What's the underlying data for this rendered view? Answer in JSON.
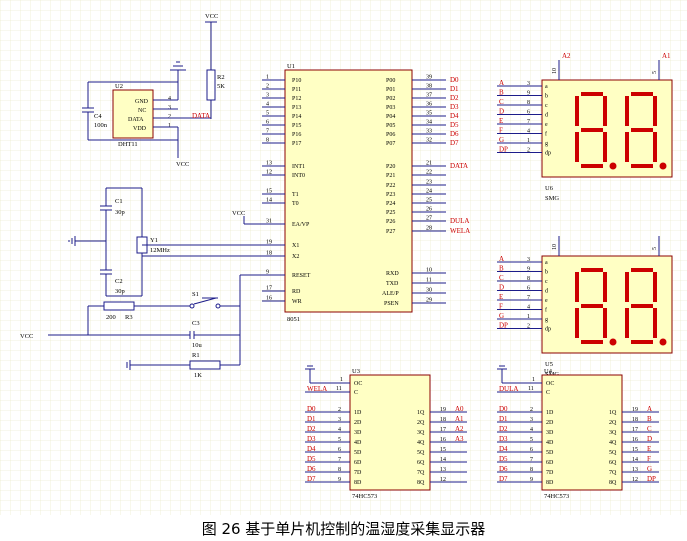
{
  "caption": "图 26  基于单片机控制的温湿度采集显示器",
  "power": {
    "vcc": "VCC"
  },
  "dht11": {
    "ref": "U2",
    "name": "DHT11",
    "pins": [
      {
        "num": "4",
        "name": "GND"
      },
      {
        "num": "3",
        "name": "NC"
      },
      {
        "num": "2",
        "name": "DATA"
      },
      {
        "num": "1",
        "name": "VDD"
      }
    ],
    "net": "DATA"
  },
  "r2": {
    "ref": "R2",
    "value": "5K"
  },
  "c4": {
    "ref": "C4",
    "value": "100n"
  },
  "mcu": {
    "ref": "U1",
    "name": "8051",
    "left_pins": [
      {
        "num": "1",
        "name": "P10"
      },
      {
        "num": "2",
        "name": "P11"
      },
      {
        "num": "3",
        "name": "P12"
      },
      {
        "num": "4",
        "name": "P13"
      },
      {
        "num": "5",
        "name": "P14"
      },
      {
        "num": "6",
        "name": "P15"
      },
      {
        "num": "7",
        "name": "P16"
      },
      {
        "num": "8",
        "name": "P17"
      },
      {
        "num": "13",
        "name": "INT1"
      },
      {
        "num": "12",
        "name": "INT0"
      },
      {
        "num": "15",
        "name": "T1"
      },
      {
        "num": "14",
        "name": "T0"
      },
      {
        "num": "31",
        "name": "EA/VP"
      },
      {
        "num": "19",
        "name": "X1"
      },
      {
        "num": "18",
        "name": "X2"
      },
      {
        "num": "9",
        "name": "RESET"
      },
      {
        "num": "17",
        "name": "RD"
      },
      {
        "num": "16",
        "name": "WR"
      }
    ],
    "right_pins": [
      {
        "num": "39",
        "name": "P00",
        "net": "D0"
      },
      {
        "num": "38",
        "name": "P01",
        "net": "D1"
      },
      {
        "num": "37",
        "name": "P02",
        "net": "D2"
      },
      {
        "num": "36",
        "name": "P03",
        "net": "D3"
      },
      {
        "num": "35",
        "name": "P04",
        "net": "D4"
      },
      {
        "num": "34",
        "name": "P05",
        "net": "D5"
      },
      {
        "num": "33",
        "name": "P06",
        "net": "D6"
      },
      {
        "num": "32",
        "name": "P07",
        "net": "D7"
      },
      {
        "num": "21",
        "name": "P20",
        "net": "DATA"
      },
      {
        "num": "22",
        "name": "P21",
        "net": ""
      },
      {
        "num": "23",
        "name": "P22",
        "net": ""
      },
      {
        "num": "24",
        "name": "P23",
        "net": ""
      },
      {
        "num": "25",
        "name": "P24",
        "net": ""
      },
      {
        "num": "26",
        "name": "P25",
        "net": ""
      },
      {
        "num": "27",
        "name": "P26",
        "net": "DULA"
      },
      {
        "num": "28",
        "name": "P27",
        "net": "WELA"
      },
      {
        "num": "10",
        "name": "RXD",
        "net": ""
      },
      {
        "num": "11",
        "name": "TXD",
        "net": ""
      },
      {
        "num": "30",
        "name": "ALE/P",
        "net": ""
      },
      {
        "num": "29",
        "name": "PSEN",
        "net": ""
      }
    ]
  },
  "crystal": {
    "c1": "C1",
    "c1v": "30p",
    "c2": "C2",
    "c2v": "30p",
    "y1": "Y1",
    "y1v": "12MHz"
  },
  "reset": {
    "r3": "R3",
    "r3v": "200",
    "s1": "S1",
    "c3": "C3",
    "c3v": "10u",
    "r1": "R1",
    "r1v": "1K"
  },
  "displays": [
    {
      "ref": "U6",
      "type": "SMG",
      "pins": [
        {
          "num": "3",
          "net": "A",
          "seg": "a"
        },
        {
          "num": "9",
          "net": "B",
          "seg": "b"
        },
        {
          "num": "8",
          "net": "C",
          "seg": "c"
        },
        {
          "num": "6",
          "net": "D",
          "seg": "d"
        },
        {
          "num": "7",
          "net": "E",
          "seg": "e"
        },
        {
          "num": "4",
          "net": "F",
          "seg": "f"
        },
        {
          "num": "1",
          "net": "G",
          "seg": "g"
        },
        {
          "num": "2",
          "net": "DP",
          "seg": "dp"
        }
      ],
      "com1": "10",
      "com2": "5",
      "com1_net": "A2",
      "com2_net": "A1"
    },
    {
      "ref": "U5",
      "type": "SMG",
      "pins": [
        {
          "num": "3",
          "net": "A",
          "seg": "a"
        },
        {
          "num": "9",
          "net": "B",
          "seg": "b"
        },
        {
          "num": "8",
          "net": "C",
          "seg": "c"
        },
        {
          "num": "6",
          "net": "D",
          "seg": "d"
        },
        {
          "num": "7",
          "net": "E",
          "seg": "e"
        },
        {
          "num": "4",
          "net": "F",
          "seg": "f"
        },
        {
          "num": "1",
          "net": "G",
          "seg": "g"
        },
        {
          "num": "2",
          "net": "DP",
          "seg": "dp"
        }
      ],
      "com1": "10",
      "com2": "5",
      "com1_net": "",
      "com2_net": ""
    }
  ],
  "latches": [
    {
      "ref": "U3",
      "name": "74HC573",
      "enable": "WELA",
      "oc": "OC",
      "c": "C",
      "oc_pin": "1",
      "c_pin": "11",
      "inputs": [
        {
          "num": "2",
          "pin": "1D",
          "net": "D0"
        },
        {
          "num": "3",
          "pin": "2D",
          "net": "D1"
        },
        {
          "num": "4",
          "pin": "3D",
          "net": "D2"
        },
        {
          "num": "5",
          "pin": "4D",
          "net": "D3"
        },
        {
          "num": "6",
          "pin": "5D",
          "net": "D4"
        },
        {
          "num": "7",
          "pin": "6D",
          "net": "D5"
        },
        {
          "num": "8",
          "pin": "7D",
          "net": "D6"
        },
        {
          "num": "9",
          "pin": "8D",
          "net": "D7"
        }
      ],
      "outputs": [
        {
          "num": "19",
          "pin": "1Q",
          "net": "A0"
        },
        {
          "num": "18",
          "pin": "2Q",
          "net": "A1"
        },
        {
          "num": "17",
          "pin": "3Q",
          "net": "A2"
        },
        {
          "num": "16",
          "pin": "4Q",
          "net": "A3"
        },
        {
          "num": "15",
          "pin": "5Q",
          "net": ""
        },
        {
          "num": "14",
          "pin": "6Q",
          "net": ""
        },
        {
          "num": "13",
          "pin": "7Q",
          "net": ""
        },
        {
          "num": "12",
          "pin": "8Q",
          "net": ""
        }
      ]
    },
    {
      "ref": "U4",
      "name": "74HC573",
      "enable": "DULA",
      "oc": "OC",
      "c": "C",
      "oc_pin": "1",
      "c_pin": "11",
      "inputs": [
        {
          "num": "2",
          "pin": "1D",
          "net": "D0"
        },
        {
          "num": "3",
          "pin": "2D",
          "net": "D1"
        },
        {
          "num": "4",
          "pin": "3D",
          "net": "D2"
        },
        {
          "num": "5",
          "pin": "4D",
          "net": "D3"
        },
        {
          "num": "6",
          "pin": "5D",
          "net": "D4"
        },
        {
          "num": "7",
          "pin": "6D",
          "net": "D5"
        },
        {
          "num": "8",
          "pin": "7D",
          "net": "D6"
        },
        {
          "num": "9",
          "pin": "8D",
          "net": "D7"
        }
      ],
      "outputs": [
        {
          "num": "19",
          "pin": "1Q",
          "net": "A"
        },
        {
          "num": "18",
          "pin": "2Q",
          "net": "B"
        },
        {
          "num": "17",
          "pin": "3Q",
          "net": "C"
        },
        {
          "num": "16",
          "pin": "4Q",
          "net": "D"
        },
        {
          "num": "15",
          "pin": "5Q",
          "net": "E"
        },
        {
          "num": "14",
          "pin": "6Q",
          "net": "F"
        },
        {
          "num": "13",
          "pin": "7Q",
          "net": "G"
        },
        {
          "num": "12",
          "pin": "8Q",
          "net": "DP"
        }
      ]
    }
  ]
}
